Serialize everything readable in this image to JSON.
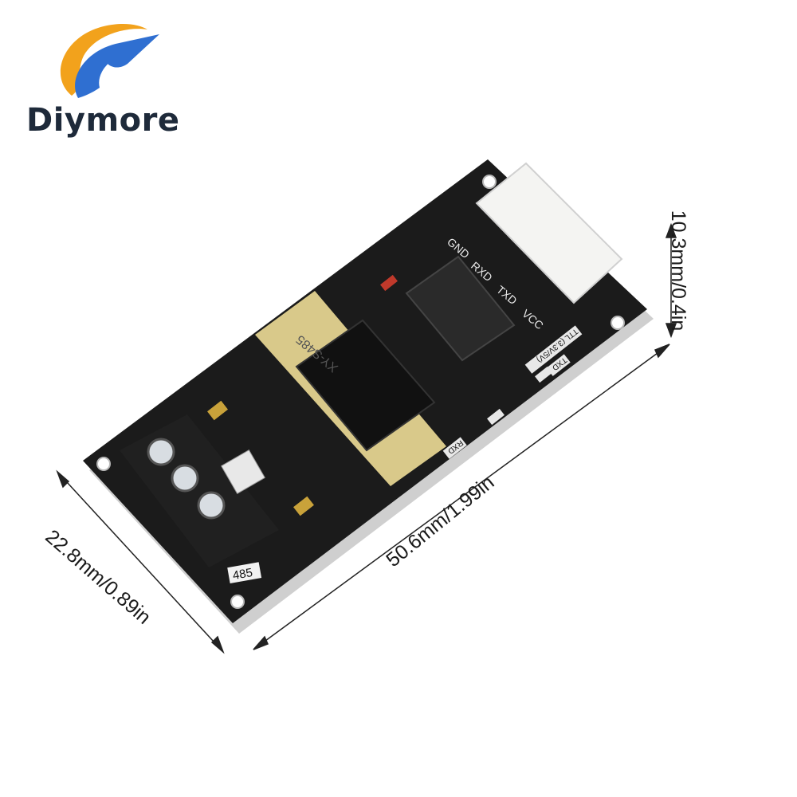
{
  "brand": {
    "name": "Diymore",
    "colors": {
      "swoosh_orange": "#f2a21c",
      "swoosh_blue": "#2f6fd1",
      "text": "#1e2a3a"
    }
  },
  "board": {
    "chip_marking": "XY-S485",
    "connector_label_485": "485",
    "pin_labels": [
      "GND",
      "RXD",
      "TXD",
      "VCC"
    ],
    "ttl_label": "TTL (3.3V/5V)",
    "led_labels": {
      "txd": "TXD",
      "rxd": "RXD"
    },
    "colors": {
      "pcb": "#1a1a1a",
      "gold": "#d9c98a",
      "connector": "#f4f4f2"
    }
  },
  "dimensions": {
    "length": "50.6mm/1.99in",
    "width": "22.8mm/0.89in",
    "height": "10.3mm/0.4in"
  }
}
